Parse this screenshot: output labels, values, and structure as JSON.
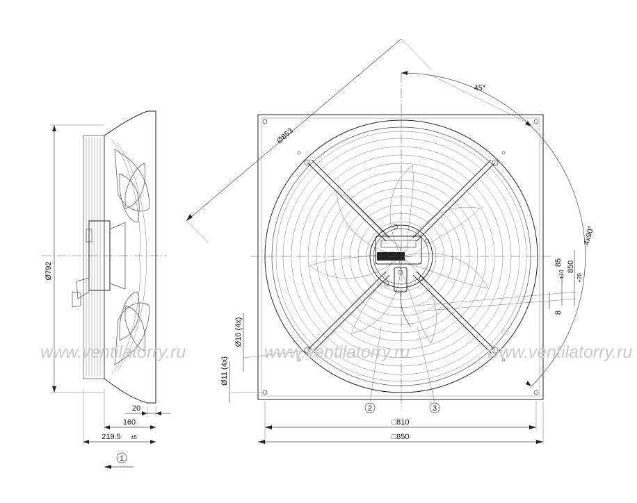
{
  "watermark": "www.ventilatorry.ru",
  "side_view": {
    "dim_diameter": "Ø792",
    "dim_guard": "20",
    "dim_depth": "160",
    "dim_total": "219.5",
    "dim_total_tol": "±5",
    "callout": "1"
  },
  "front_view": {
    "dim_diameter": "Ø853",
    "dim_angle": "45°",
    "dim_angle_pattern": "4x90°",
    "dim_bolt_circle": "850",
    "dim_bolt_circle_tol": "+20",
    "dim_85": "85",
    "dim_85_tol": "±10",
    "dim_8": "8",
    "dim_hole_10": "Ø10 (4x)",
    "dim_hole_11": "Ø11 (4x)",
    "dim_square_810": "□810",
    "dim_square_850": "□850",
    "callout_2": "2",
    "callout_3": "3"
  }
}
